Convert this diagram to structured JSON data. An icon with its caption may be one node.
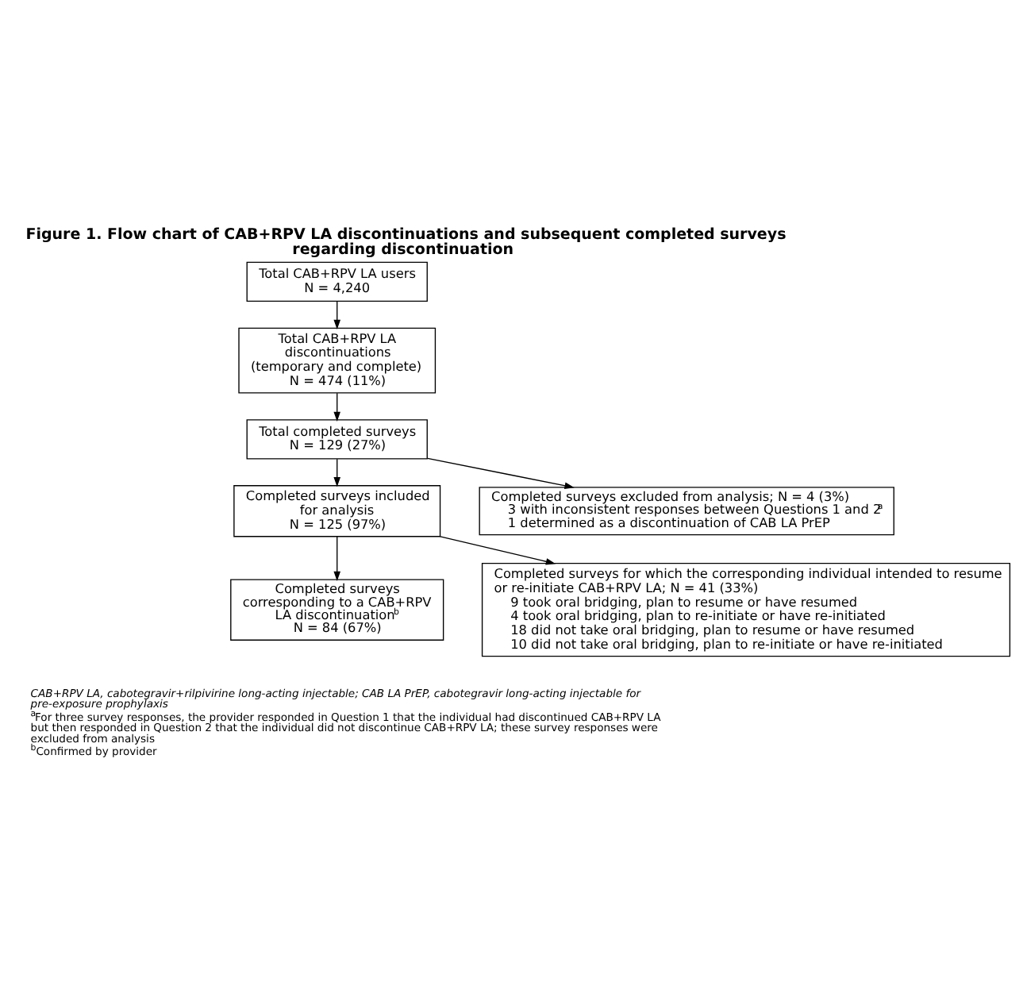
{
  "diagram": {
    "title": "Figure 1. Flow chart of CAB+RPV LA discontinuations and subsequent completed surveys regarding discontinuation",
    "nodes": [
      {
        "text": [
          "Total CAB+RPV LA users",
          "N = 4,240"
        ]
      },
      {
        "text": [
          "Total CAB+RPV LA discontinuations (temporary and complete)",
          "N = 474 (11%)"
        ]
      },
      {
        "text": [
          "Total completed surveys",
          "N = 129 (27%)"
        ]
      },
      {
        "text": [
          "Completed surveys excluded from analysis; N = 4 (3%)",
          "3 with inconsistent responses between Questions 1 and 2$^{a}$",
          "1 determined as a discontinuation of CAB LA PrEP"
        ]
      },
      {
        "text": [
          "Completed surveys included for analysis",
          "N = 125 (97%)"
        ]
      },
      {
        "text": [
          "Completed surveys for which the corresponding individual intended to resume or re-initiate CAB+RPV LA; N = 41 (33%)",
          "9 took oral bridging, plan to resume or have resumed",
          "4 took oral bridging, plan to re-initiate or have re-initiated",
          "18 did not take oral bridging, plan to resume or have resumed",
          "10 did not take oral bridging, plan to re-initiate or have re-initiated"
        ]
      },
      {
        "text": [
          "Completed surveys corresponding to a CAB+RPV LA discontinuation$^{b}$",
          "N = 84 (67%)"
        ]
      }
    ],
    "edges": [
      {
        "from": 0,
        "to": 1,
        "arrow": "to"
      },
      {
        "from": 1,
        "to": 2,
        "arrow": "to"
      },
      {
        "from": 2,
        "to": 3,
        "arrow": "to"
      },
      {
        "from": 2,
        "to": 4,
        "arrow": "to"
      },
      {
        "from": 4,
        "to": 5,
        "arrow": "to"
      },
      {
        "from": 4,
        "to": 6,
        "arrow": "to"
      }
    ],
    "labels": [
      "CAB+RPV LA, cabotegravir+rilpivirine long-acting injectable; CAB LA PrEP, cabotegravir long-acting injectable for pre-exposure prophylaxis",
      "$^{a}$For three survey responses, the provider responded in Question 1 that the individual had discontinued CAB+RPV LA but then responded in Question 2 that the individual did not discontinue CAB+RPV LA; these survey responses were excluded from analysis",
      "$^{b}$Confirmed by provider"
    ]
  }
}
